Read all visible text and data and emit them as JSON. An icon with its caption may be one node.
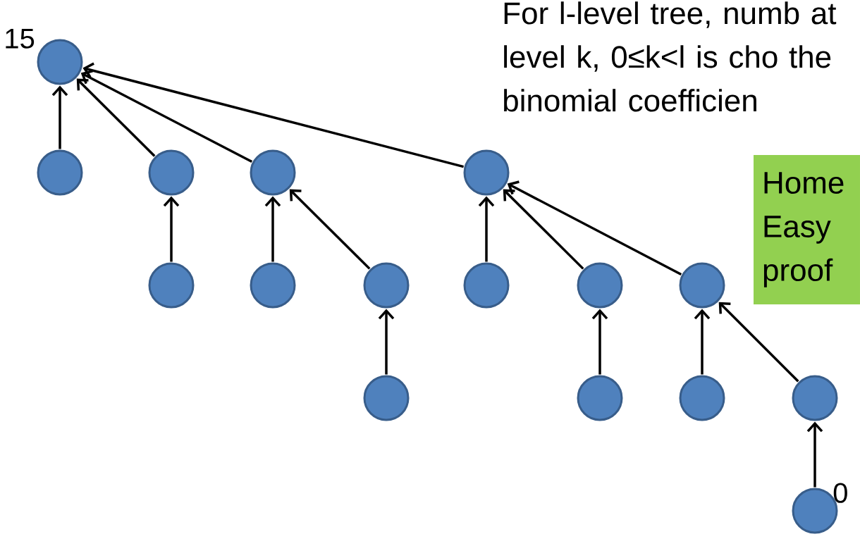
{
  "diagram": {
    "nodes": [
      {
        "text": [],
        "shape": "circle",
        "beside": [
          "15"
        ]
      },
      {
        "text": [],
        "shape": "circle"
      },
      {
        "text": [],
        "shape": "circle"
      },
      {
        "text": [],
        "shape": "circle"
      },
      {
        "text": [],
        "shape": "circle"
      },
      {
        "text": [],
        "shape": "circle"
      },
      {
        "text": [],
        "shape": "circle"
      },
      {
        "text": [],
        "shape": "circle"
      },
      {
        "text": [],
        "shape": "circle"
      },
      {
        "text": [],
        "shape": "circle"
      },
      {
        "text": [],
        "shape": "circle"
      },
      {
        "text": [],
        "shape": "circle"
      },
      {
        "text": [],
        "shape": "circle"
      },
      {
        "text": [],
        "shape": "circle"
      },
      {
        "text": [],
        "shape": "circle"
      },
      {
        "text": [],
        "shape": "circle",
        "beside": [
          "0"
        ]
      },
      {
        "text": [
          "Home Easy proof"
        ]
      }
    ],
    "edges": [
      {
        "from": 1,
        "to": 0,
        "arrow": "to"
      },
      {
        "from": 2,
        "to": 0,
        "arrow": "to"
      },
      {
        "from": 3,
        "to": 0,
        "arrow": "to"
      },
      {
        "from": 4,
        "to": 0,
        "arrow": "to"
      },
      {
        "from": 5,
        "to": 2,
        "arrow": "to"
      },
      {
        "from": 6,
        "to": 3,
        "arrow": "to"
      },
      {
        "from": 7,
        "to": 3,
        "arrow": "to"
      },
      {
        "from": 8,
        "to": 4,
        "arrow": "to"
      },
      {
        "from": 9,
        "to": 4,
        "arrow": "to"
      },
      {
        "from": 10,
        "to": 4,
        "arrow": "to"
      },
      {
        "from": 11,
        "to": 7,
        "arrow": "to"
      },
      {
        "from": 12,
        "to": 9,
        "arrow": "to"
      },
      {
        "from": 13,
        "to": 10,
        "arrow": "to"
      },
      {
        "from": 14,
        "to": 10,
        "arrow": "to"
      },
      {
        "from": 15,
        "to": 14,
        "arrow": "to"
      }
    ],
    "labels": [
      "For l-level tree, numb at level k, 0≤k<l is cho the binomial coefficien"
    ]
  }
}
